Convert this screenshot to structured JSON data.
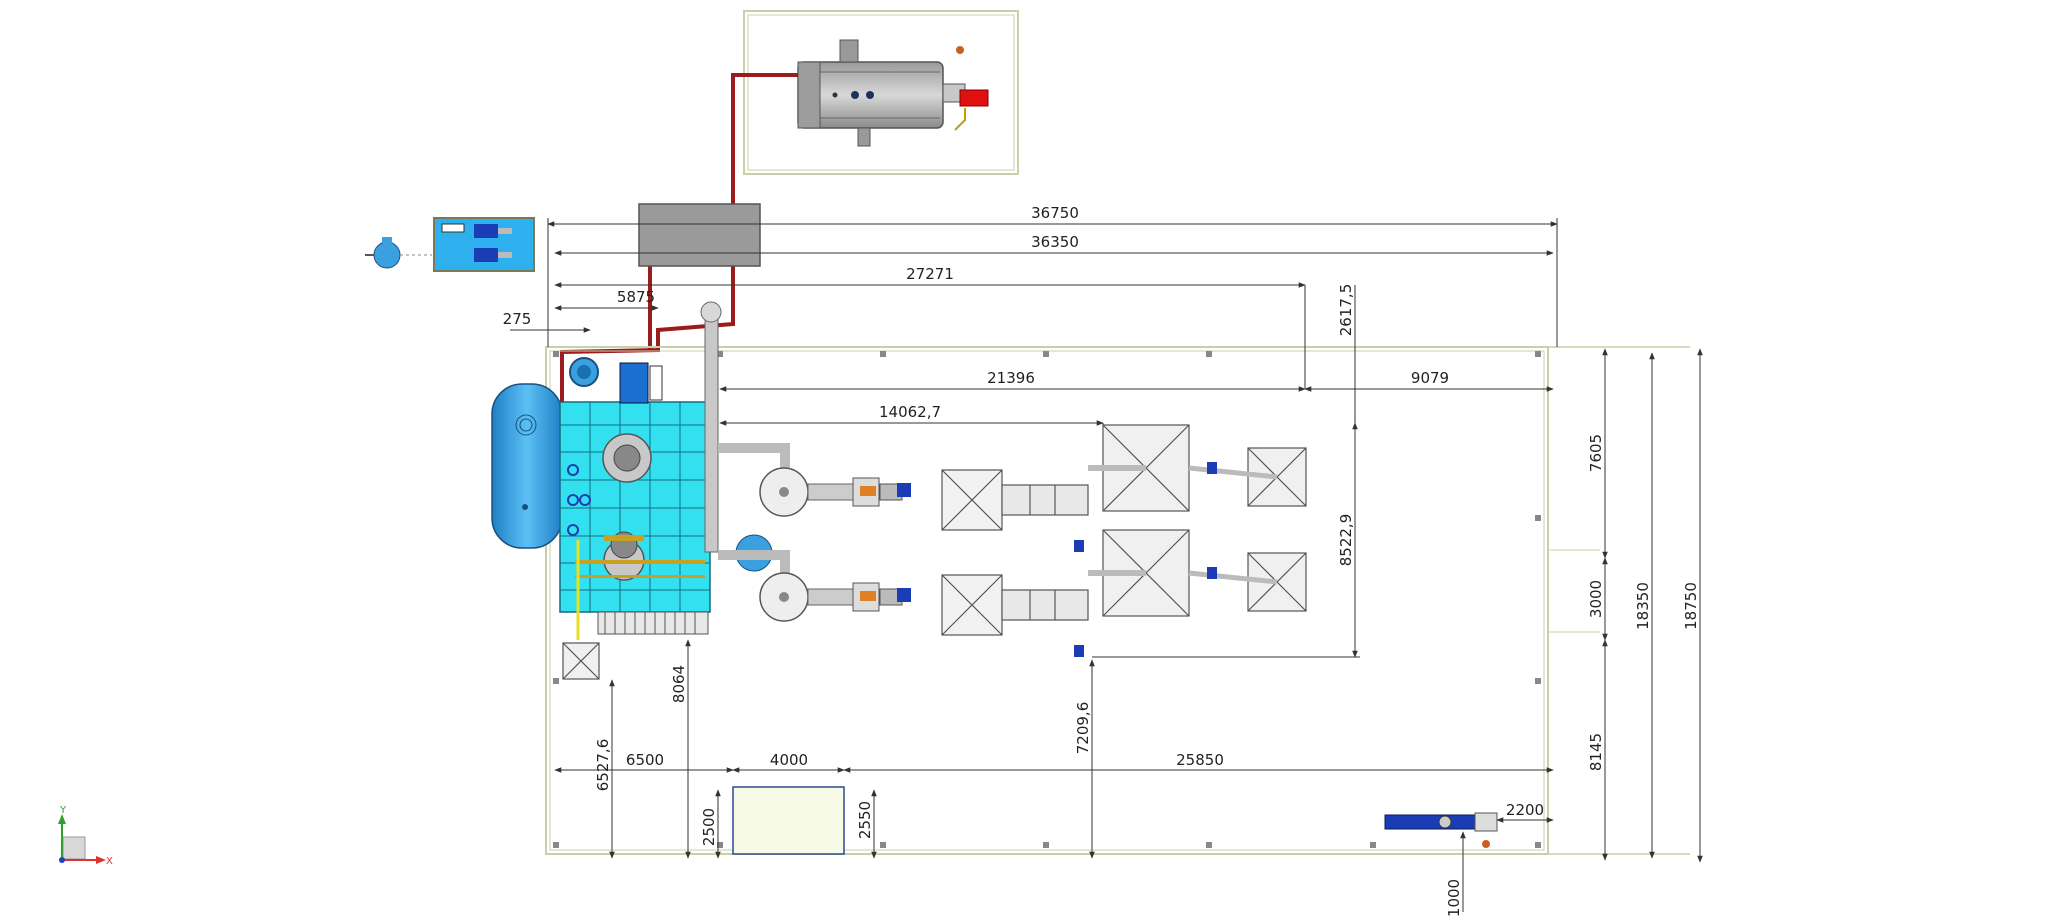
{
  "colors": {
    "wall": "#c9cfa8",
    "dim": "#333333",
    "pipe": "#9b1c1c",
    "cyan": "#33e0f0",
    "tank": "#3aa0e0",
    "steel": "#b8b8b8",
    "motor": "#1a3db5",
    "burner": "#e01010",
    "pale": "#f6fae6",
    "axis_x": "#e03030",
    "axis_y": "#30a030"
  },
  "icons": [
    "fan-icon",
    "pump-icon",
    "burner-icon",
    "hopper-icon",
    "cyclone-icon",
    "axis-triad-icon"
  ],
  "dimensions": {
    "overall_length": "36750",
    "inner_length": "36350",
    "d27271": "27271",
    "d5875": "5875",
    "d275": "275",
    "d2617": "2617,5",
    "d21396": "21396",
    "d9079": "9079",
    "d14062": "14062,7",
    "d7605": "7605",
    "d3000": "3000",
    "d8145": "8145",
    "d18350": "18350",
    "d18750": "18750",
    "d8522": "8522,9",
    "d8064": "8064",
    "d7209": "7209,6",
    "d6527": "6527,6",
    "d6500": "6500",
    "d4000": "4000",
    "d25850": "25850",
    "d2500": "2500",
    "d2550": "2550",
    "d2200": "2200",
    "d1000": "1000"
  },
  "axes": {
    "x": "X",
    "y": "Y"
  }
}
